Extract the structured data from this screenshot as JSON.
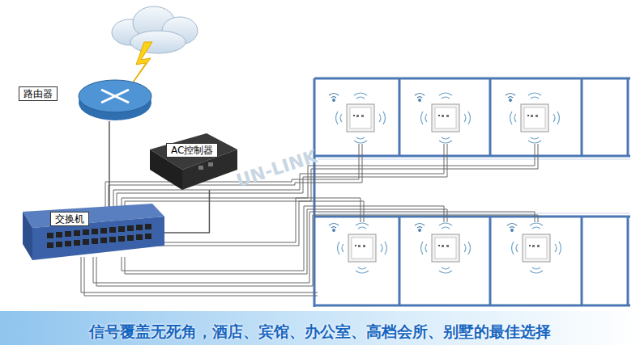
{
  "diagram": {
    "caption": "信号覆盖无死角，酒店、宾馆、办公室、高档会所、别墅的最佳选择",
    "nodes": [
      {
        "text": [
          "路由器"
        ]
      },
      {
        "text": [
          "AC控制器"
        ]
      },
      {
        "text": [
          "交换机"
        ]
      }
    ],
    "edges": [
      {
        "from": 0,
        "to": 2,
        "arrow": "none"
      },
      {
        "from": 1,
        "to": 2,
        "arrow": "none"
      }
    ],
    "labels": [
      "UN-LINK"
    ]
  }
}
